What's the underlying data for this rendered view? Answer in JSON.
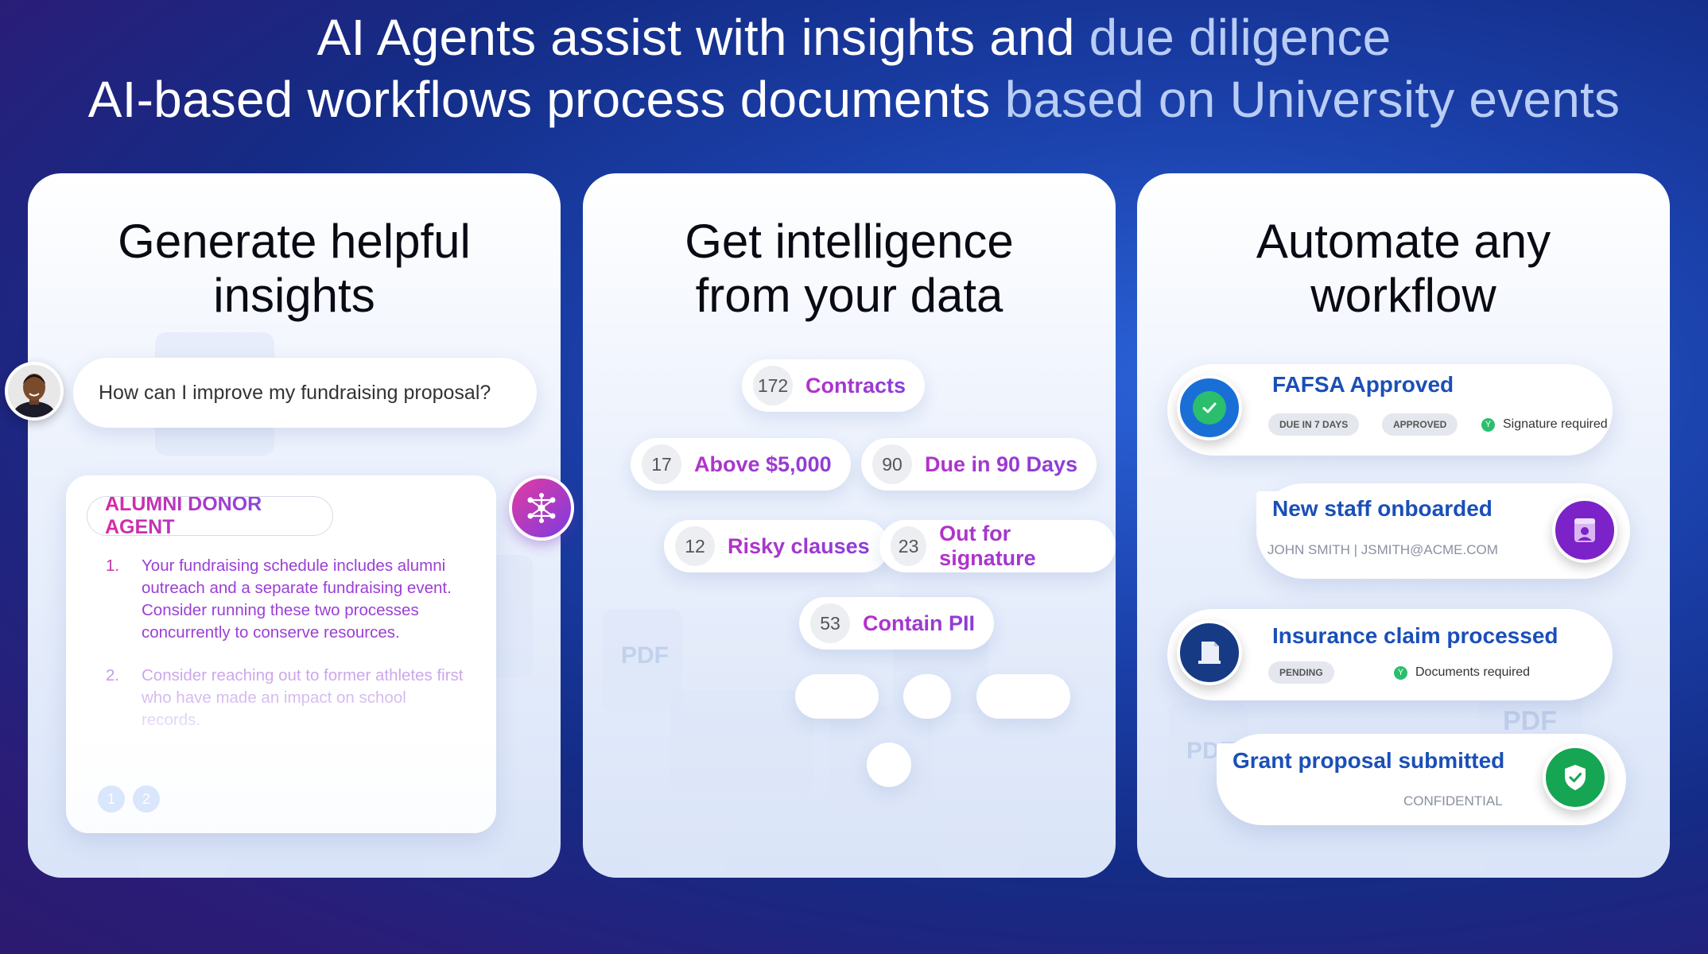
{
  "headline": {
    "line1_a": "AI Agents assist with insights and ",
    "line1_b": "due diligence",
    "line2_a": "AI-based workflows process documents ",
    "line2_b": "based on University events"
  },
  "cards": [
    {
      "title_line1": "Generate helpful",
      "title_line2": "insights",
      "question": "How can I improve my fundraising proposal?",
      "agent_name": "ALUMNI DONOR AGENT",
      "items": [
        {
          "num": "1.",
          "text": "Your fundraising schedule includes alumni outreach and a separate fundraising event. Consider running these two processes concurrently to conserve resources."
        },
        {
          "num": "2.",
          "text": "Consider reaching out to former athletes first who have made an impact on school records."
        }
      ],
      "pages": [
        "1",
        "2"
      ]
    },
    {
      "title_line1": "Get intelligence",
      "title_line2": "from your data",
      "chips": [
        {
          "count": "172",
          "label": "Contracts"
        },
        {
          "count": "17",
          "label": "Above $5,000"
        },
        {
          "count": "90",
          "label": "Due in 90 Days"
        },
        {
          "count": "12",
          "label": "Risky clauses"
        },
        {
          "count": "23",
          "label": "Out for signature"
        },
        {
          "count": "53",
          "label": "Contain PII"
        }
      ]
    },
    {
      "title_line1": "Automate any",
      "title_line2": "workflow",
      "workflows": [
        {
          "title": "FAFSA Approved",
          "tags": [
            "DUE IN 7 DAYS",
            "APPROVED"
          ],
          "status": "Signature required",
          "icon": "check-icon",
          "color": "#1a6fd6"
        },
        {
          "title": "New staff onboarded",
          "subline": "JOHN SMITH  |  JSMITH@ACME.COM",
          "icon": "badge-icon",
          "color": "#7b22c8"
        },
        {
          "title": "Insurance claim processed",
          "tags": [
            "PENDING"
          ],
          "status": "Documents required",
          "icon": "document-icon",
          "color": "#173a84"
        },
        {
          "title": "Grant proposal submitted",
          "subline": "CONFIDENTIAL",
          "icon": "shield-check-icon",
          "color": "#16a552"
        }
      ],
      "status_mark": "Y"
    }
  ],
  "ghost_text": "PDF",
  "colors": {
    "accent_magenta": "#e3279a",
    "accent_purple": "#9b3fd6",
    "workflow_blue": "#1a4fb8"
  }
}
